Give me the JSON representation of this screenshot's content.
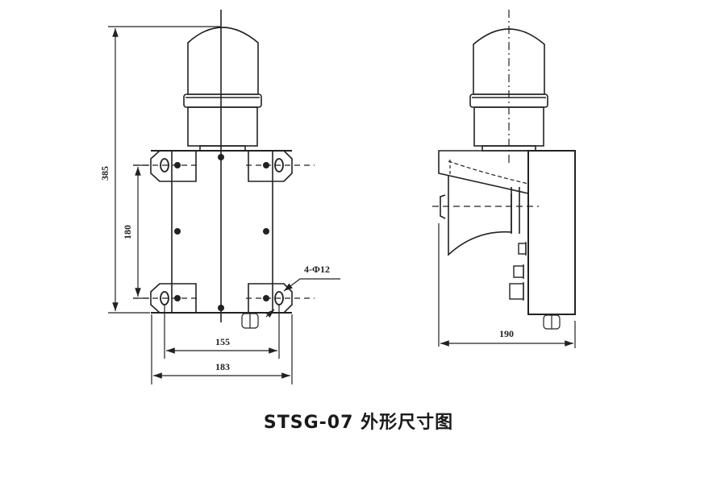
{
  "title": "STSG-07 外形尺寸图",
  "model": "STSG-07",
  "caption": "外形尺寸图",
  "colors": {
    "line": "#222222",
    "background": "#ffffff"
  },
  "front_view": {
    "dimensions": {
      "overall_height": "385",
      "mount_hole_vertical_spacing": "180",
      "mount_hole_horizontal_spacing": "155",
      "overall_width": "183",
      "mount_holes": "4-Φ12"
    }
  },
  "side_view": {
    "dimensions": {
      "overall_depth": "190"
    }
  }
}
